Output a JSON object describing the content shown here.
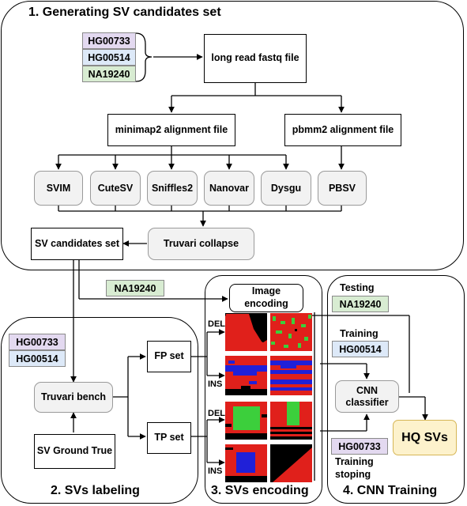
{
  "panels": {
    "generating_title": "1. Generating SV candidates set",
    "labeling_title": "2. SVs labeling",
    "encoding_title": "3. SVs encoding",
    "training_title": "4. CNN Training"
  },
  "samples": {
    "hg00733": "HG00733",
    "hg00514": "HG00514",
    "na19240": "NA19240"
  },
  "boxes": {
    "fastq": "long read fastq file",
    "minimap2": "minimap2 alignment file",
    "pbmm2": "pbmm2 alignment file",
    "sv_candidates": "SV candidates set",
    "truvari_collapse": "Truvari collapse",
    "truvari_bench": "Truvari bench",
    "sv_ground_true": "SV Ground True",
    "fp_set": "FP set",
    "tp_set": "TP set",
    "image_encoding": "Image encoding",
    "cnn_classifier": "CNN classifier",
    "hq_svs": "HQ SVs"
  },
  "callers": [
    "SVIM",
    "CuteSV",
    "Sniffles2",
    "Nanovar",
    "Dysgu",
    "PBSV"
  ],
  "encoding_labels": {
    "del": "DEL",
    "ins": "INS"
  },
  "training_labels": {
    "testing": "Testing",
    "training": "Training",
    "training_stoping": "Training stoping"
  },
  "colors": {
    "purple_tag": "#e3d9f0",
    "blue_tag": "#dde9f8",
    "green_tag": "#d8ecd2",
    "hq_svs_fill": "#fdf2cc",
    "hq_svs_border": "#d6b656",
    "tool_fill": "#f2f2f2",
    "heatmap_red": "#e0201b",
    "heatmap_green": "#3ccf3c",
    "heatmap_blue": "#2020d8"
  }
}
